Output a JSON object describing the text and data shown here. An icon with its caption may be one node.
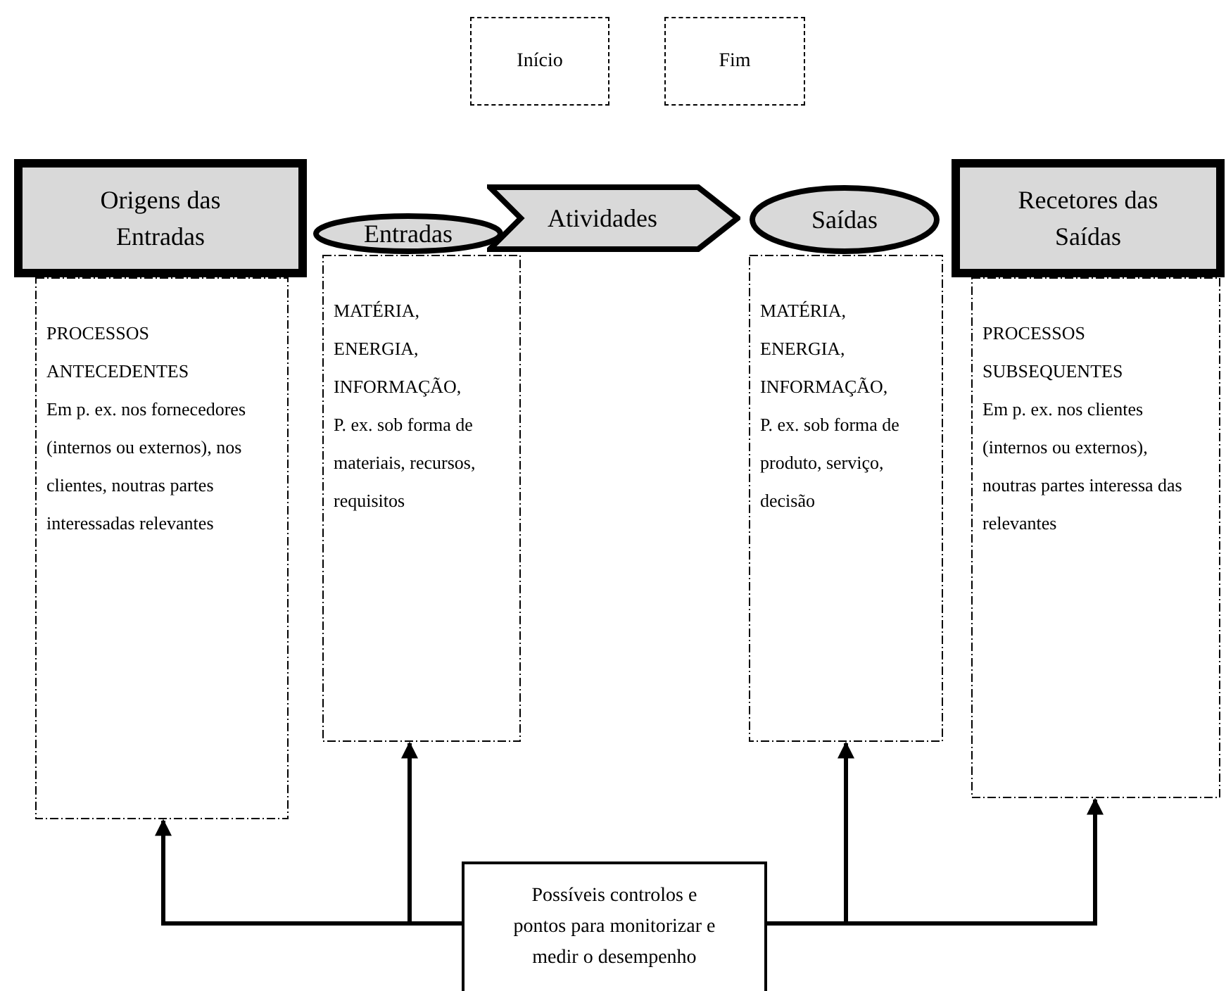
{
  "diagram": {
    "nodes": [
      {
        "text": [
          "Início"
        ]
      },
      {
        "text": [
          "Fim"
        ]
      },
      {
        "text": [
          "Origens das Entradas"
        ]
      },
      {
        "text": [
          "Entradas"
        ]
      },
      {
        "text": [
          "Atividades"
        ]
      },
      {
        "text": [
          "Saídas"
        ]
      },
      {
        "text": [
          "Recetores das Saídas"
        ]
      },
      {
        "text": [
          "PROCESSOS ANTECEDENTES",
          "Em p. ex. nos fornecedores (internos ou externos), nos clientes, noutras  partes interessadas relevantes"
        ]
      },
      {
        "text": [
          "MATÉRIA, ENERGIA, INFORMAÇÃO,",
          "P. ex. sob forma de materiais, recursos, requisitos"
        ]
      },
      {
        "text": [
          "MATÉRIA, ENERGIA, INFORMAÇÃO,",
          "P. ex. sob forma de produto, serviço, decisão"
        ]
      },
      {
        "text": [
          "PROCESSOS SUBSEQUENTES",
          "Em p. ex. nos clientes (internos ou externos), noutras  partes interessa das relevantes"
        ]
      },
      {
        "text": [
          "Possíveis controlos e pontos para monitorizar e medir o desempenho"
        ]
      }
    ],
    "edges": [
      {
        "from": 11,
        "to": 7,
        "arrow": "to"
      },
      {
        "from": 11,
        "to": 8,
        "arrow": "to"
      },
      {
        "from": 11,
        "to": 9,
        "arrow": "to"
      },
      {
        "from": 11,
        "to": 10,
        "arrow": "to"
      }
    ]
  }
}
